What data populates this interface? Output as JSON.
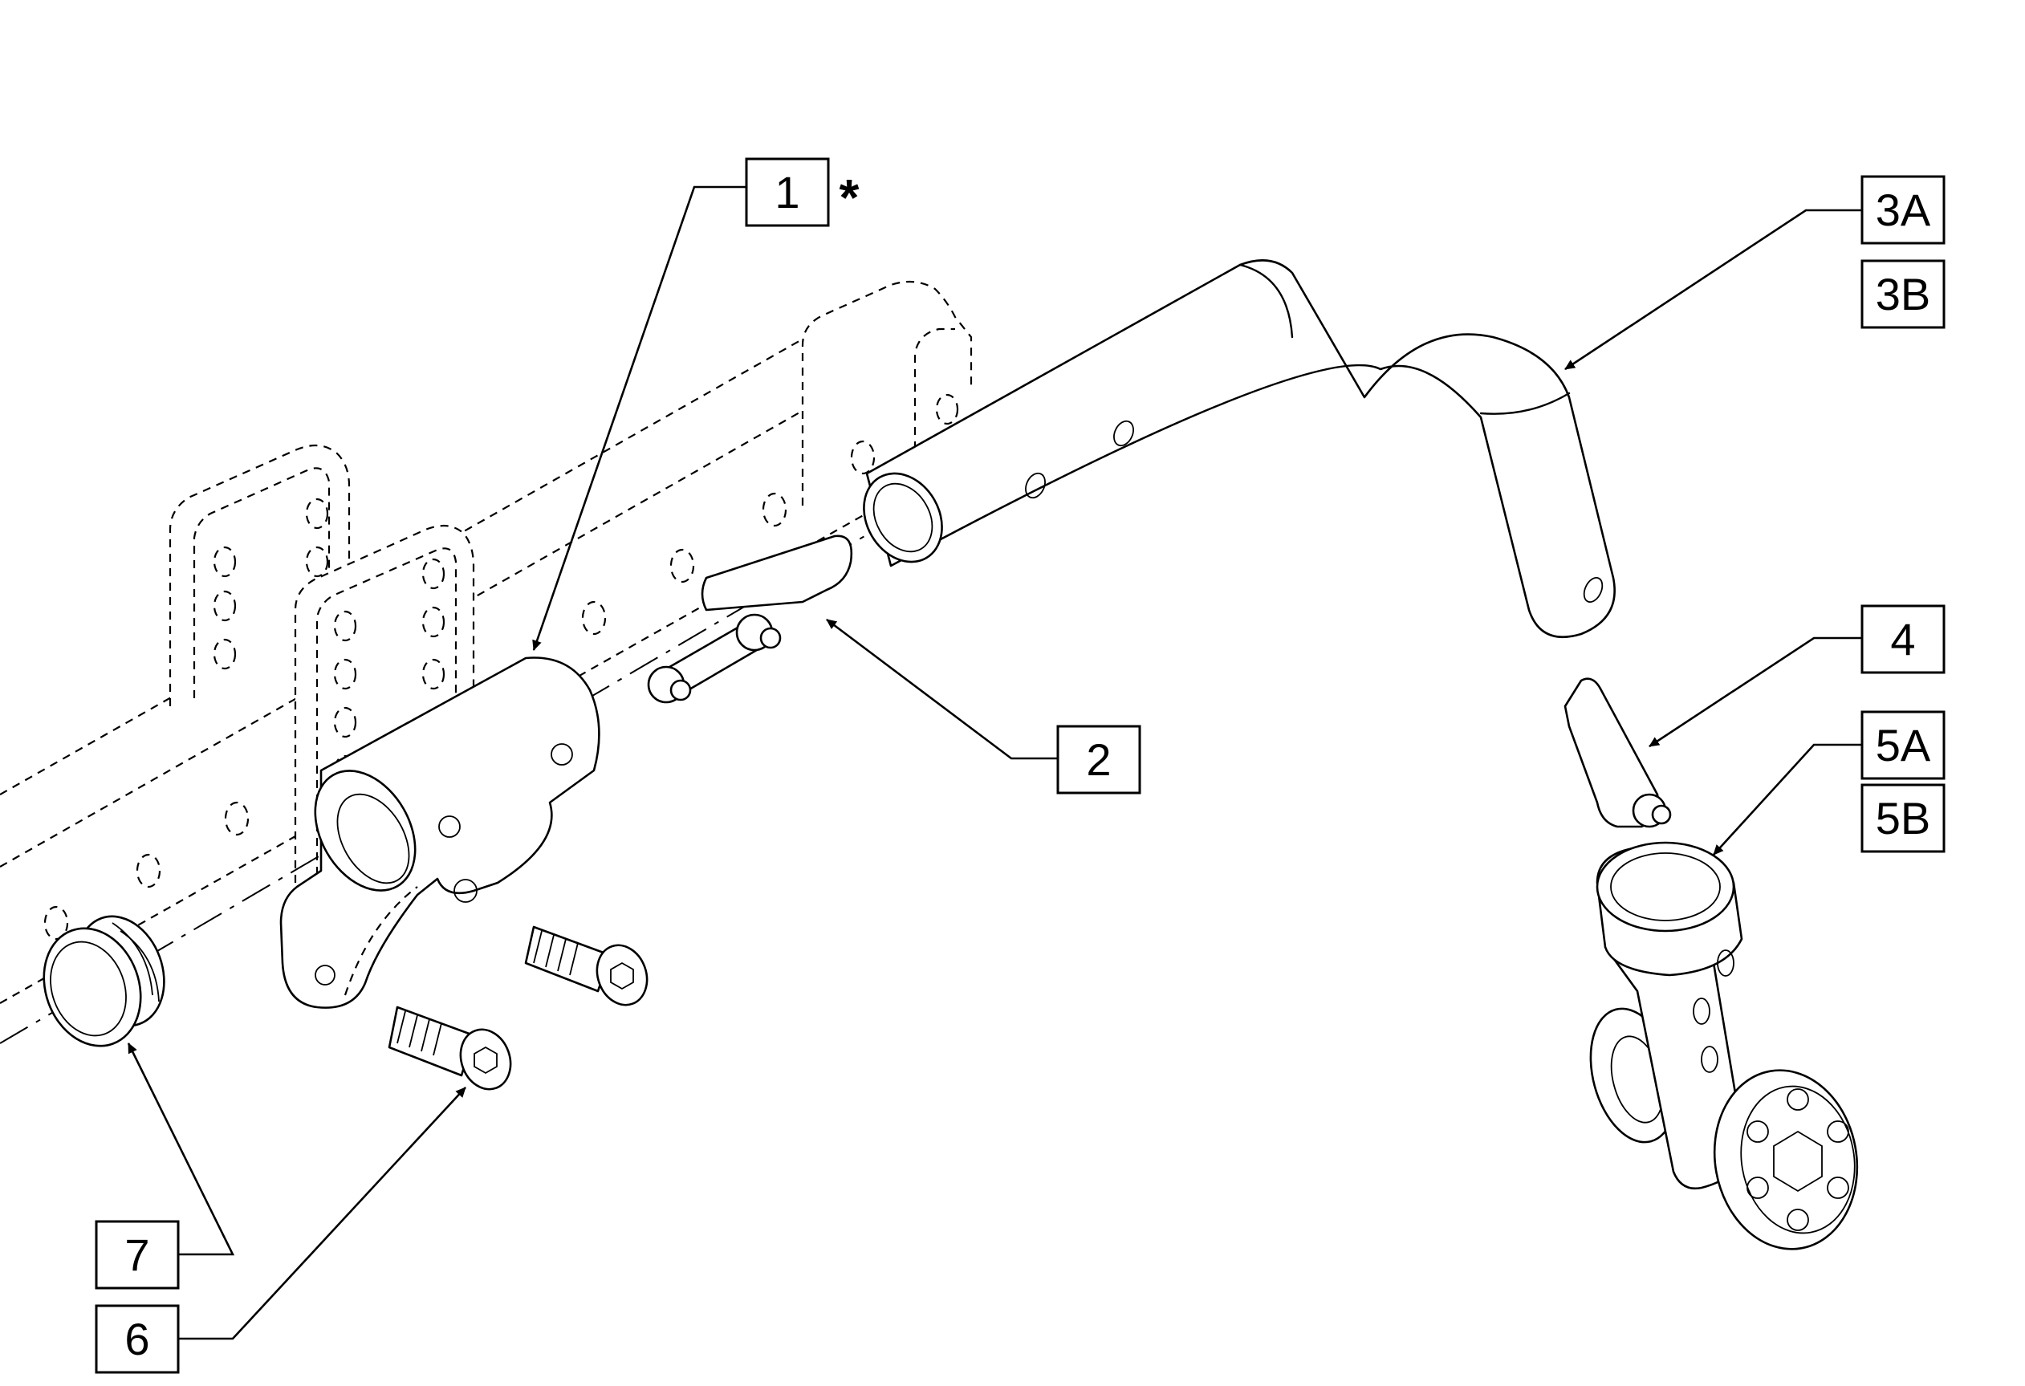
{
  "diagram": {
    "callouts": [
      {
        "id": "1",
        "label": "1"
      },
      {
        "id": "2",
        "label": "2"
      },
      {
        "id": "3A",
        "label": "3A"
      },
      {
        "id": "3B",
        "label": "3B"
      },
      {
        "id": "4",
        "label": "4"
      },
      {
        "id": "5A",
        "label": "5A"
      },
      {
        "id": "5B",
        "label": "5B"
      },
      {
        "id": "6",
        "label": "6"
      },
      {
        "id": "7",
        "label": "7"
      }
    ],
    "note_marker": "*",
    "colors": {
      "line": "#000000",
      "background": "#ffffff"
    }
  }
}
